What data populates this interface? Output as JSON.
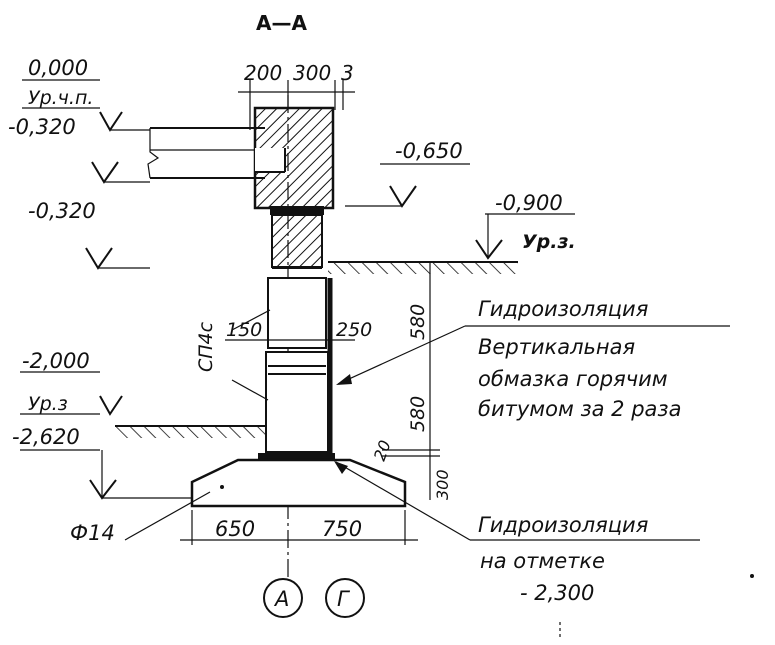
{
  "section_title": "А—А",
  "dims_top": [
    "200",
    "300",
    "3"
  ],
  "levels": {
    "l0": "0,000",
    "urchp": "Ур.ч.п.",
    "l0320a": "-0,320",
    "l0320b": "-0,320",
    "l0650": "-0,650",
    "l0900": "-0,900",
    "urz_right": "Ур.з.",
    "l2000": "-2,000",
    "urz_left": "Ур.з",
    "l2620": "-2,620"
  },
  "block_label": "СП4с",
  "dims_mid": {
    "d150": "150",
    "d250": "250",
    "d580a": "580",
    "d580b": "580",
    "d20": "20",
    "d300": "300"
  },
  "dims_bottom": {
    "d650": "650",
    "d750": "750"
  },
  "foundation_label": "Ф14",
  "note1": [
    "Гидроизоляция",
    "Вертикальная",
    "обмазка горячим",
    "битумом за 2 раза"
  ],
  "note2": [
    "Гидроизоляция",
    "на отметке",
    "- 2,300"
  ],
  "axes": [
    "А",
    "Г"
  ]
}
